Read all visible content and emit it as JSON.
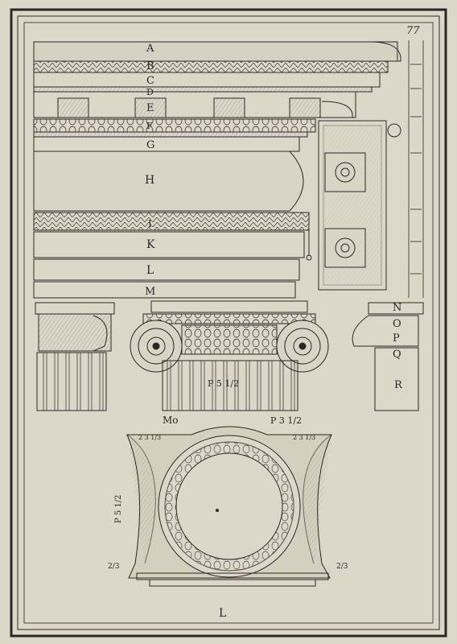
{
  "plate": {
    "page_number": "77",
    "colors": {
      "paper": "#dcd7c9",
      "ink": "#2b2824"
    },
    "entablature_letters": [
      "A",
      "B",
      "C",
      "D",
      "E",
      "F",
      "G",
      "H",
      "I",
      "K",
      "L",
      "M"
    ],
    "side_letters": [
      "N",
      "O",
      "P",
      "Q",
      "R"
    ],
    "capital_label": "P 5 1/2",
    "plan_labels": {
      "top_left": "Mo",
      "top_right": "P 3 1/2",
      "corner_left": "2 3 1/3",
      "corner_right": "2 3 1/3",
      "side": "P 5 1/2",
      "fraction_left": "2/3",
      "fraction_right": "2/3",
      "bottom": "L"
    }
  }
}
